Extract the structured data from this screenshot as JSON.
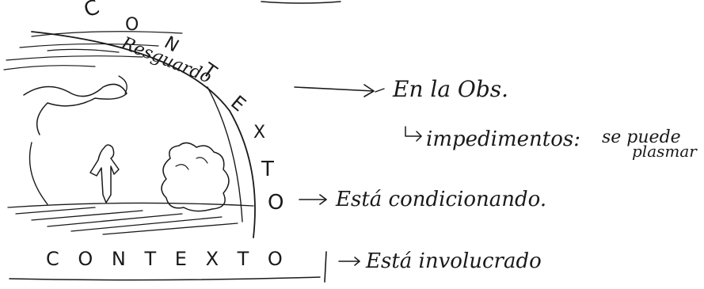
{
  "arc_letters": [
    "C",
    "O",
    "N",
    "T",
    "E",
    "X",
    "T",
    "O"
  ],
  "resguardo": "Resguardo",
  "note_obs": "En la Obs.",
  "note_impedimentos": "impedimentos:",
  "note_se_puede": "se puede",
  "note_plasmar": "plasmar",
  "note_condicionando": "Está condicionando.",
  "contexto_bottom": "C O N T E X T O",
  "note_involucrado": "Está involucrado"
}
